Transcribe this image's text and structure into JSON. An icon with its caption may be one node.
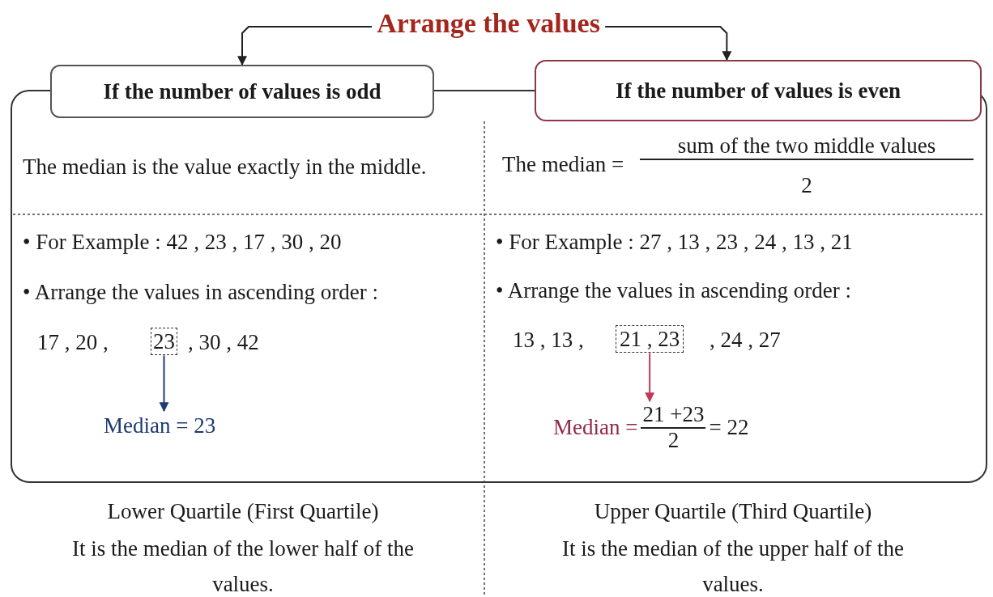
{
  "diagram": {
    "nodes": [
      {
        "text": [
          "Arrange the values"
        ]
      },
      {
        "text": [
          "If the number of values is odd"
        ]
      },
      {
        "text": [
          "If the number of values is even"
        ]
      },
      {
        "text": [
          "23"
        ]
      },
      {
        "text": [
          "Median = 23"
        ]
      },
      {
        "text": [
          "21 , 23"
        ]
      },
      {
        "text": [
          "Median =",
          "21 +23",
          "2",
          "= 22"
        ]
      }
    ],
    "edges": [
      {
        "from": 0,
        "to": 1,
        "arrow": "to"
      },
      {
        "from": 0,
        "to": 2,
        "arrow": "to"
      },
      {
        "from": 3,
        "to": 4,
        "arrow": "to",
        "color": "#1f3d70"
      },
      {
        "from": 5,
        "to": 6,
        "arrow": "to",
        "color": "#c0385a"
      }
    ],
    "labels": [
      "The median is the value exactly in the middle.",
      "The median =",
      "sum of the two middle values",
      "2",
      "• For Example : 42 , 23 , 17 , 30 , 20",
      "• For Example : 27 , 13 , 23 , 24 , 13 , 21",
      "• Arrange the values in ascending order :",
      "• Arrange the values in ascending order :",
      "17 , 20 ,",
      ", 30 , 42",
      "13 , 13 ,",
      ", 24 , 27",
      "Lower Quartile (First Quartile)",
      "It is the median of the lower half of the values.",
      "Upper Quartile (Third Quartile)",
      "It is the median of the upper half of the values."
    ]
  }
}
